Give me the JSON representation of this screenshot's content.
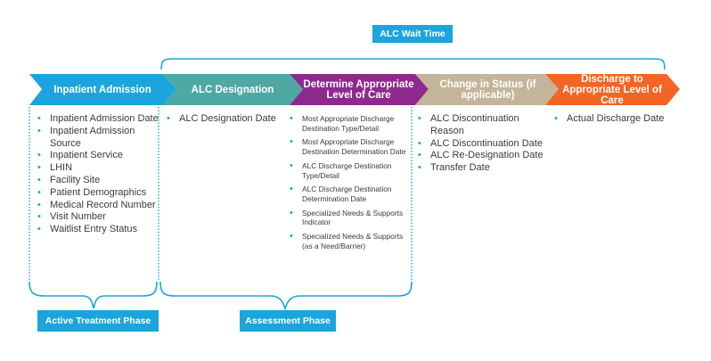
{
  "wait_time_label": "ALC Wait Time",
  "phase_labels": {
    "active": "Active Treatment Phase",
    "assessment": "Assessment Phase"
  },
  "colors": {
    "blue": "#1ba5dc",
    "teal": "#4fa8a2",
    "purple": "#8e2a8e",
    "tan": "#c4b499",
    "orange": "#f26522",
    "bracket": "#1ba5dc"
  },
  "steps": [
    {
      "title": "Inpatient Admission",
      "items": [
        "Inpatient Admission Date",
        "Inpatient Admission Source",
        "Inpatient Service",
        "LHIN",
        "Facility Site",
        "Patient Demographics",
        "Medical Record Number",
        "Visit Number",
        "Waitlist Entry Status"
      ]
    },
    {
      "title": "ALC Designation",
      "items": [
        "ALC Designation Date"
      ]
    },
    {
      "title": "Determine Appropriate Level of Care",
      "items": [
        "Most Appropriate Discharge Destination Type/Detail",
        "Most Appropriate Discharge Destination Determination Date",
        "ALC Discharge Destination Type/Detail",
        "ALC Discharge Destination Determination Date",
        "Specialized Needs & Supports Indicator",
        "Specialized Needs & Supports (as a Need/Barrier)"
      ]
    },
    {
      "title": "Change in Status (if applicable)",
      "items": [
        "ALC Discontinuation Reason",
        "ALC Discontinuation Date",
        "ALC Re-Designation Date",
        "Transfer Date"
      ]
    },
    {
      "title": "Discharge to Appropriate Level of Care",
      "items": [
        "Actual Discharge Date"
      ]
    }
  ]
}
